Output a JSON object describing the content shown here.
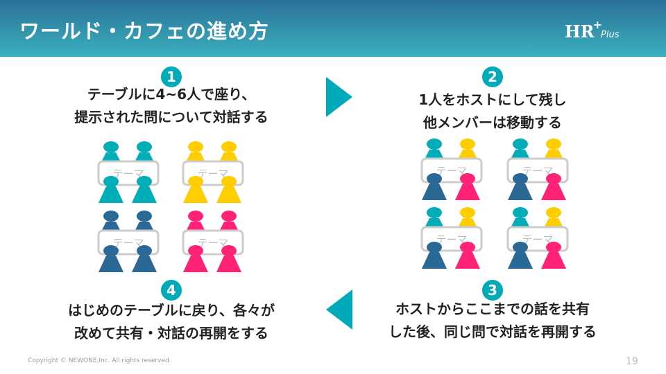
{
  "header": {
    "title": "ワールド・カフェの進め方",
    "logo": {
      "main": "HR",
      "sup": "+",
      "sub": "Plus"
    }
  },
  "steps": [
    {
      "number": "1",
      "lines": [
        "テーブルに4~6人で座り、",
        "提示された問について対話する"
      ]
    },
    {
      "number": "2",
      "lines": [
        "1人をホストにして残し",
        "他メンバーは移動する"
      ]
    },
    {
      "number": "3",
      "lines": [
        "ホストからここまでの話を共有",
        "した後、同じ問で対話を再開する"
      ]
    },
    {
      "number": "4",
      "lines": [
        "はじめのテーブルに戻り、各々が",
        "改めて共有・対話の再開をする"
      ]
    }
  ],
  "colors": {
    "teal": "#00adb8",
    "yellow": "#ffcd00",
    "blue": "#2a6896",
    "pink": "#ff2277",
    "accent": "#00aab8"
  },
  "table_label": "テーマ",
  "tables_left": [
    {
      "back": [
        "teal",
        "teal"
      ],
      "front": [
        "teal",
        "teal"
      ]
    },
    {
      "back": [
        "yellow",
        "yellow"
      ],
      "front": [
        "yellow",
        "yellow"
      ]
    },
    {
      "back": [
        "blue",
        "blue"
      ],
      "front": [
        "blue",
        "blue"
      ]
    },
    {
      "back": [
        "pink",
        "pink"
      ],
      "front": [
        "pink",
        "pink"
      ]
    }
  ],
  "tables_right": [
    {
      "back": [
        "teal",
        "yellow"
      ],
      "front": [
        "blue",
        "pink"
      ]
    },
    {
      "back": [
        "teal",
        "yellow"
      ],
      "front": [
        "blue",
        "pink"
      ]
    },
    {
      "back": [
        "teal",
        "yellow"
      ],
      "front": [
        "blue",
        "pink"
      ]
    },
    {
      "back": [
        "teal",
        "yellow"
      ],
      "front": [
        "blue",
        "pink"
      ]
    }
  ],
  "footer": {
    "copyright": "Copyright © NEWONE,Inc. All rights reserved.",
    "page": "19"
  }
}
